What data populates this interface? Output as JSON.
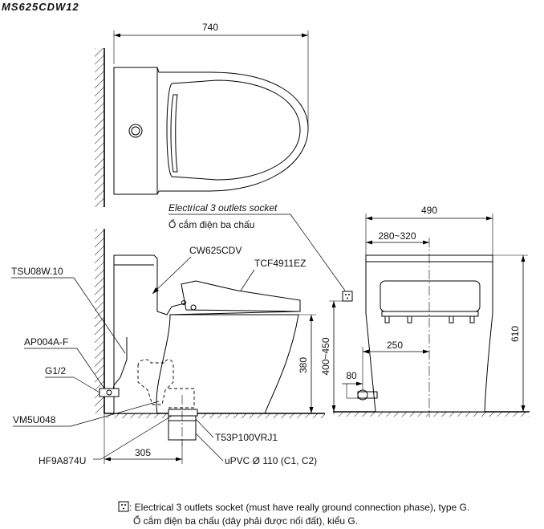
{
  "title": "MS625CDW12",
  "dimensions": {
    "top_width": "740",
    "side_height_seat": "380",
    "side_depth": "305",
    "front_width": "490",
    "front_outlet_range": "280~320",
    "front_height": "610",
    "front_socket_height": "400~450",
    "front_inlet_offset": "250",
    "front_inlet_height": "80"
  },
  "labels": {
    "socket_en": "Electrical 3 outlets socket",
    "socket_vi": "Ổ cắm điện ba chấu",
    "seat": "CW625CDV",
    "washlet": "TCF4911EZ",
    "hose": "TSU08W.10",
    "valve": "AP004A-F",
    "thread": "G1/2",
    "bolt": "VM5U048",
    "flange": "HF9A874U",
    "outlet_part": "T53P100VRJ1",
    "pipe": "uPVC Ø 110 (C1, C2)"
  },
  "footnote": {
    "line1": ": Electrical 3 outlets socket (must have really ground connection phase), type G.",
    "line2": "Ổ cắm điện ba chấu (dây phải được nối đất), kiểu G."
  },
  "icons": {
    "socket_symbol": "socket-icon",
    "wall_hatch": "wall-hatch"
  }
}
